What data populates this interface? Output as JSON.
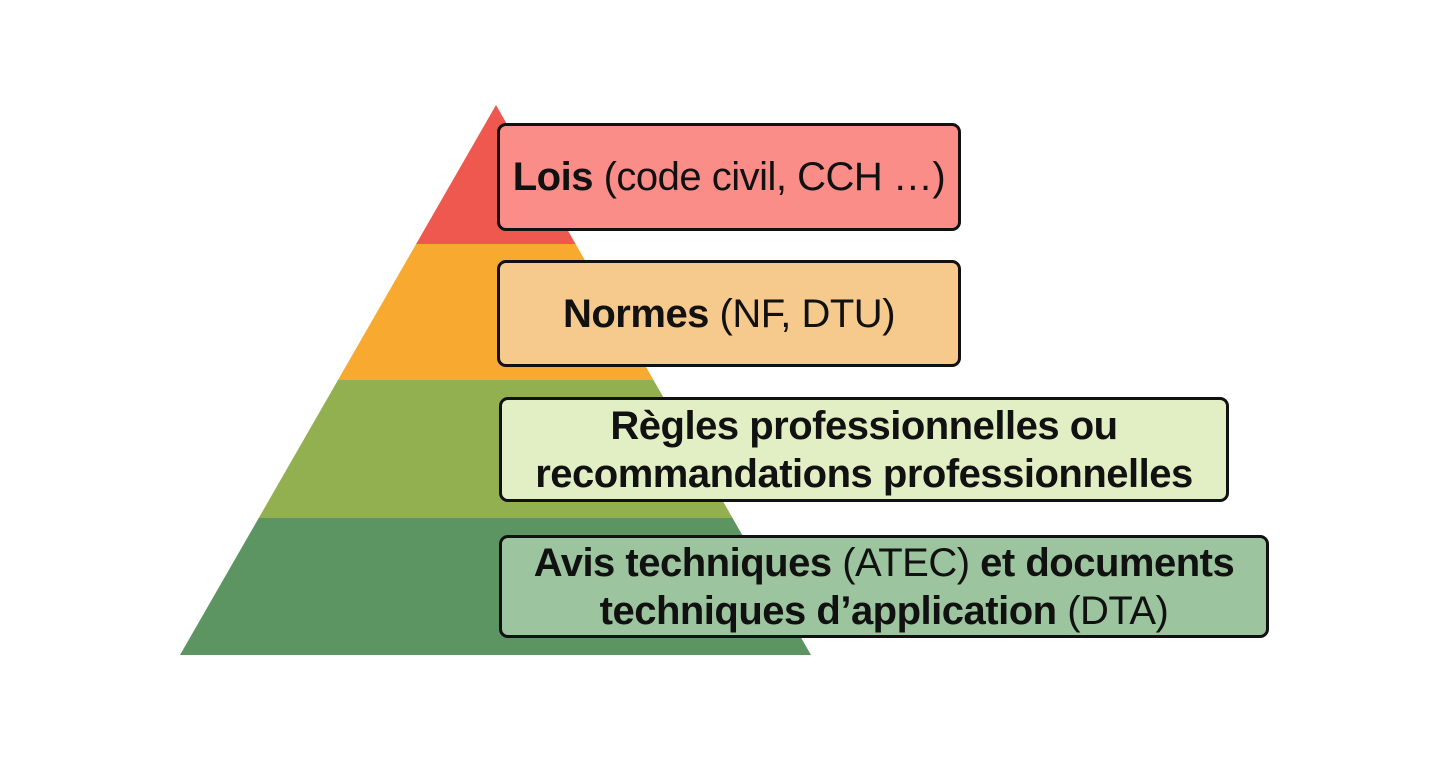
{
  "canvas": {
    "background": "#ffffff",
    "border_color": "#111111",
    "text_color": "#111111"
  },
  "pyramid": {
    "description": "Four-level hierarchy pyramid of French construction rules",
    "levels": [
      {
        "rank": 1,
        "name": "lois",
        "color": "#ee584f"
      },
      {
        "rank": 2,
        "name": "normes",
        "color": "#f8a930"
      },
      {
        "rank": 3,
        "name": "regles",
        "color": "#92b04f"
      },
      {
        "rank": 4,
        "name": "avis",
        "color": "#5c9462"
      }
    ]
  },
  "boxes": [
    {
      "name": "lois",
      "fill": "#fb8d89",
      "lines": [
        {
          "segments": [
            {
              "text": "Lois ",
              "style": "main"
            },
            {
              "text": "(code civil, CCH …)",
              "style": "light"
            }
          ]
        }
      ]
    },
    {
      "name": "normes",
      "fill": "#f6c98c",
      "lines": [
        {
          "segments": [
            {
              "text": "Normes ",
              "style": "main"
            },
            {
              "text": "(NF, DTU)",
              "style": "light"
            }
          ]
        }
      ]
    },
    {
      "name": "regles",
      "fill": "#e2efc5",
      "lines": [
        {
          "segments": [
            {
              "text": "Règles professionnelles ou",
              "style": "main"
            }
          ]
        },
        {
          "segments": [
            {
              "text": "recommandations professionnelles",
              "style": "main"
            }
          ]
        }
      ]
    },
    {
      "name": "avis",
      "fill": "#9cc49e",
      "lines": [
        {
          "segments": [
            {
              "text": "Avis techniques ",
              "style": "main"
            },
            {
              "text": "(ATEC)",
              "style": "light"
            },
            {
              "text": " et documents",
              "style": "main"
            }
          ]
        },
        {
          "segments": [
            {
              "text": "techniques d’application ",
              "style": "main"
            },
            {
              "text": "(DTA)",
              "style": "light"
            }
          ]
        }
      ]
    }
  ]
}
